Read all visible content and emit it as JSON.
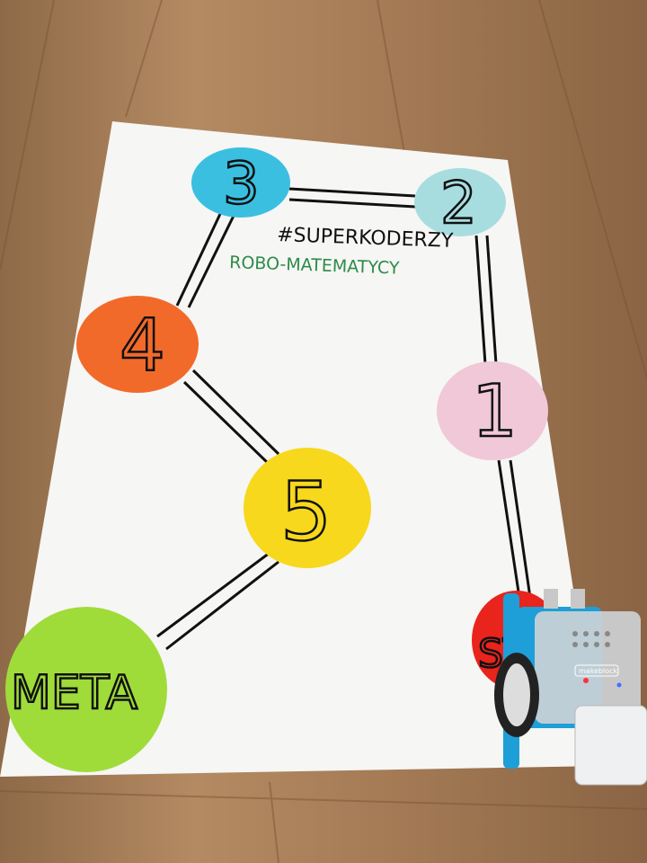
{
  "poster": {
    "hashtag": "#SUPERKODERZY",
    "subtitle": "ROBO-MATEMATYCY",
    "subtitle_color": "#2e8b4a",
    "stations": [
      {
        "label": "3",
        "color": "#3bbfe0"
      },
      {
        "label": "2",
        "color": "#a8dde0"
      },
      {
        "label": "4",
        "color": "#f26a2a"
      },
      {
        "label": "1",
        "color": "#f0c8d8"
      },
      {
        "label": "5",
        "color": "#f7d81c"
      },
      {
        "label": "META",
        "color": "#9fdc3a"
      },
      {
        "label": "ST",
        "color": "#e8241c"
      }
    ]
  },
  "robot": {
    "brand": "makeblock",
    "body_color": "#1e9fd8"
  }
}
